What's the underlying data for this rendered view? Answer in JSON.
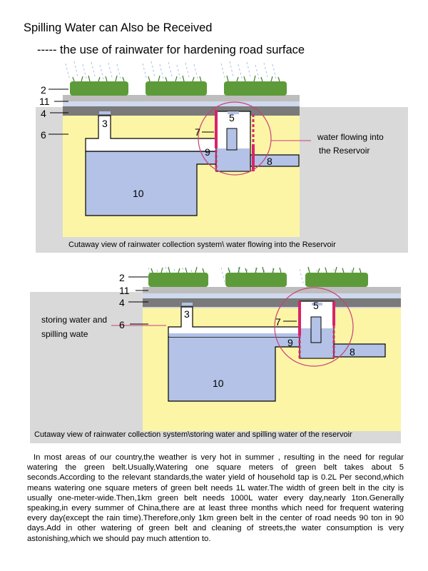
{
  "header": {
    "title": "Spilling Water can Also be Received",
    "subtitle": "----- the use of rainwater for hardening road surface"
  },
  "diagram1": {
    "labels": {
      "n2": "2",
      "n11": "11",
      "n4": "4",
      "n6": "6",
      "n3": "3",
      "n5": "5",
      "n7": "7",
      "n9": "9",
      "n8": "8",
      "n10": "10"
    },
    "annotation_line1": "water flowing into",
    "annotation_line2": "the Reservoir",
    "caption": "Cutaway view of rainwater collection system\\ water flowing into the Reservoir"
  },
  "diagram2": {
    "labels": {
      "n2": "2",
      "n11": "11",
      "n4": "4",
      "n6": "6",
      "n3": "3",
      "n5": "5",
      "n7": "7",
      "n9": "9",
      "n8": "8",
      "n10": "10"
    },
    "annotation_line1": "storing water and",
    "annotation_line2": "spilling wate",
    "caption": "Cutaway view of rainwater collection system\\storing water and spilling water of the reservoir"
  },
  "body_text": "In most areas of our country,the weather is very hot in summer , resulting in the need for regular watering the green belt.Usually,Watering one square meters of green belt takes about 5 seconds.According to the relevant standards,the water yield of household tap is 0.2L Per second,which means watering one square meters of green belt needs 1L water.The width of green belt in the city is usually one-meter-wide.Then,1km green belt needs 1000L water every day,nearly 1ton.Generally speaking,in every summer of China,there are at least three months which need for frequent watering every day(except the rain time).Therefore,only 1km green belt in the center of road needs 90 ton in 90 days.Add in other watering of green belt and cleaning of streets,the water consumption is very astonishing,which we should pay much attention to.",
  "colors": {
    "soil": "#fcf5a5",
    "water": "#b3c2e6",
    "pavement": "#7a7a7a",
    "layer11": "#cfd9ee",
    "background_panel": "#d9d9d9",
    "pipe_red": "#d9236b",
    "circle": "#c9407a",
    "rain": "#a9c3e6",
    "grass": "#5d9b3a"
  }
}
